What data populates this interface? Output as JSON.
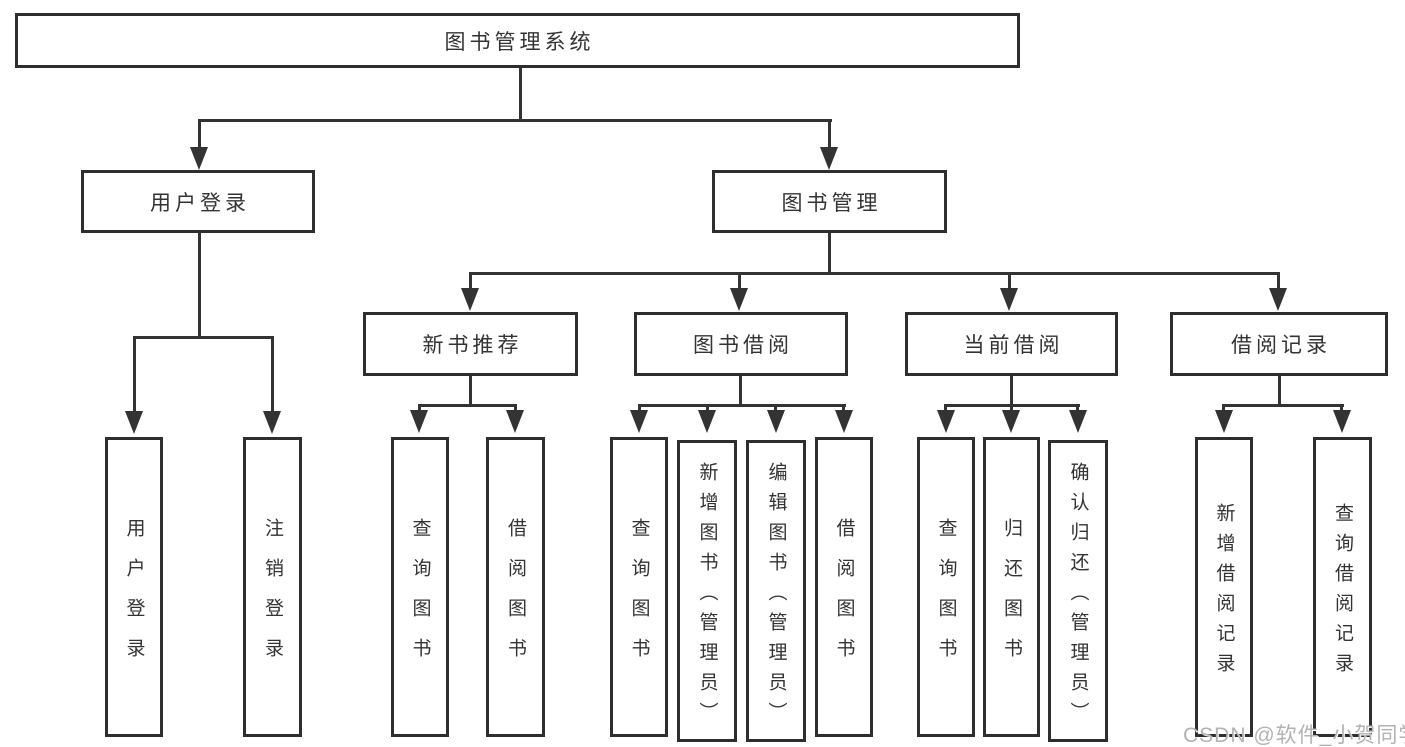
{
  "diagram": {
    "root": {
      "label": "图书管理系统"
    },
    "branches": [
      {
        "label": "用户登录",
        "children": [
          {
            "label": "用户登录"
          },
          {
            "label": "注销登录"
          }
        ]
      },
      {
        "label": "图书管理",
        "children": [
          {
            "label": "新书推荐",
            "children": [
              {
                "label": "查询图书"
              },
              {
                "label": "借阅图书"
              }
            ]
          },
          {
            "label": "图书借阅",
            "children": [
              {
                "label": "查询图书"
              },
              {
                "label": "新增图书（管理员）"
              },
              {
                "label": "编辑图书（管理员）"
              },
              {
                "label": "借阅图书"
              }
            ]
          },
          {
            "label": "当前借阅",
            "children": [
              {
                "label": "查询图书"
              },
              {
                "label": "归还图书"
              },
              {
                "label": "确认归还（管理员）"
              }
            ]
          },
          {
            "label": "借阅记录",
            "children": [
              {
                "label": "新增借阅记录"
              },
              {
                "label": "查询借阅记录"
              }
            ]
          }
        ]
      }
    ]
  },
  "watermark": {
    "text": "CSDN @软件_小贺同学"
  },
  "colors": {
    "line": "#333333",
    "box_border": "#2e2e2e",
    "box_background": "#ffffff",
    "text": "#333333",
    "watermark_text": "#b3b3b3"
  }
}
